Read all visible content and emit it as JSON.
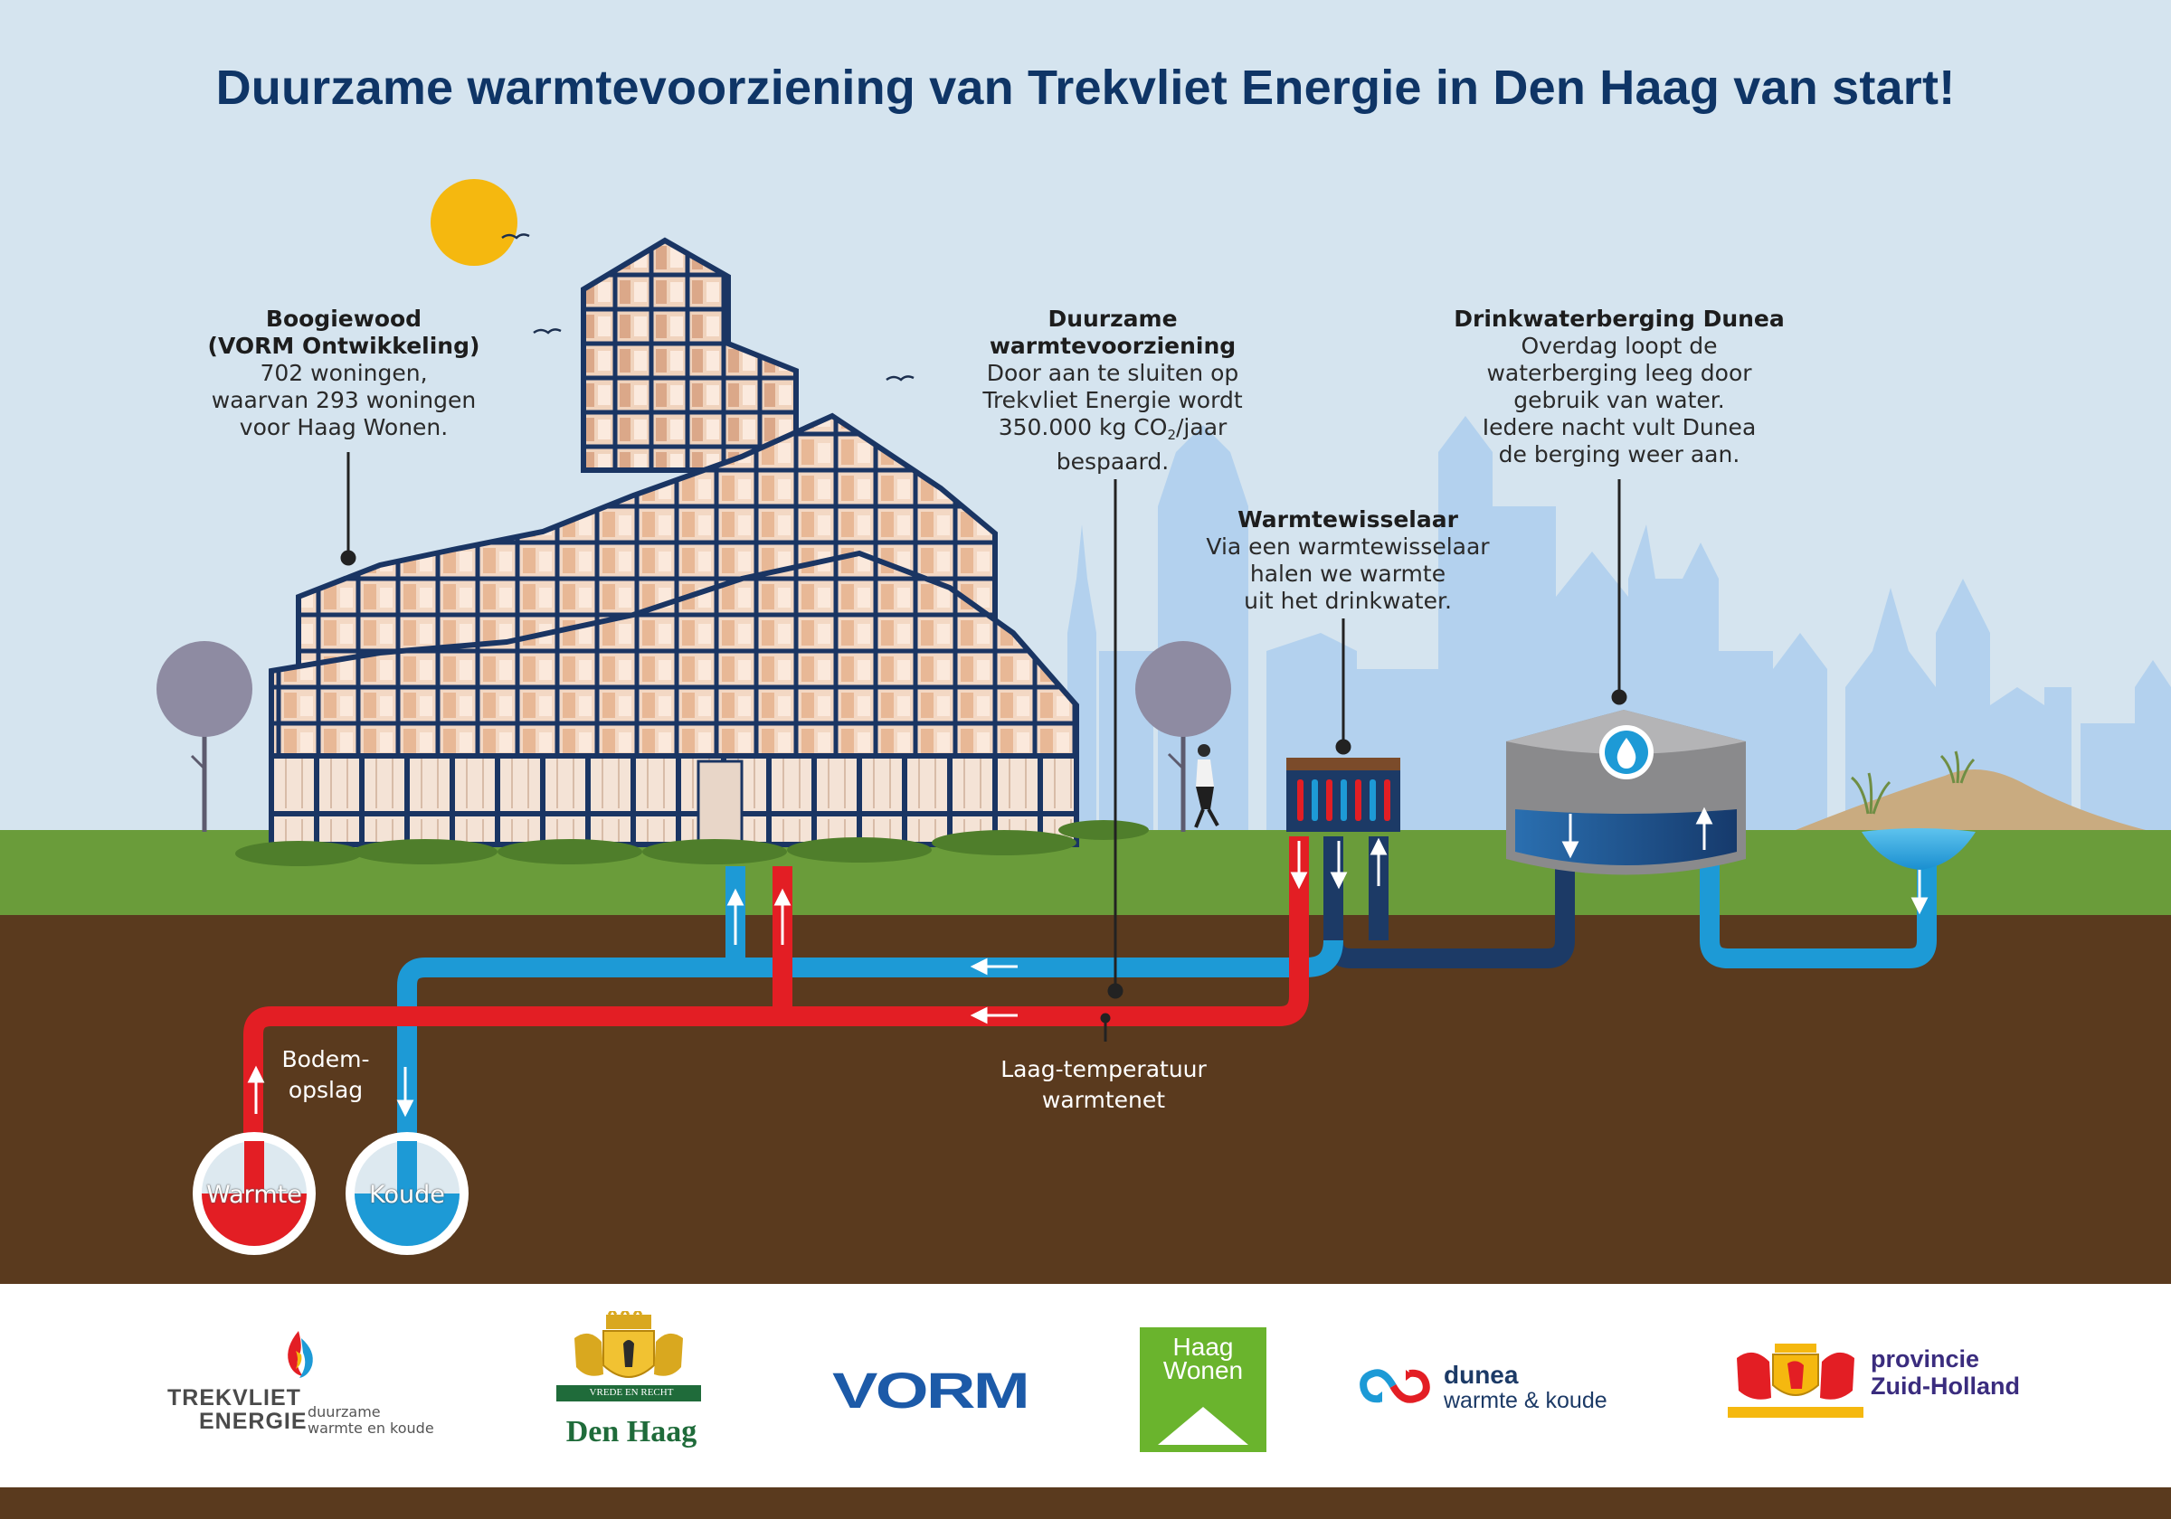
{
  "title": "Duurzame warmtevoorziening van Trekvliet Energie in Den Haag van start!",
  "callouts": {
    "boogiewood": {
      "heading1": "Boogiewood",
      "heading2": "(VORM Ontwikkeling)",
      "lines": [
        "702 woningen,",
        "waarvan 293 woningen",
        "voor Haag Wonen."
      ]
    },
    "duurzame": {
      "heading1": "Duurzame",
      "heading2": "warmtevoorziening",
      "line1": "Door aan te sluiten op",
      "line2": "Trekvliet Energie wordt",
      "line3_a": "350.000 kg CO",
      "line3_sub": "2",
      "line3_b": "/jaar",
      "line4": "bespaard."
    },
    "warmtewisselaar": {
      "heading": "Warmtewisselaar",
      "lines": [
        "Via een warmtewisselaar",
        "halen we warmte",
        "uit het drinkwater."
      ]
    },
    "dunea": {
      "heading": "Drinkwaterberging Dunea",
      "lines": [
        "Overdag loopt de",
        "waterberging leeg door",
        "gebruik van water.",
        "Iedere nacht vult Dunea",
        "de berging weer aan."
      ]
    }
  },
  "underground": {
    "bodem_line1": "Bodem-",
    "bodem_line2": "opslag",
    "warmte": "Warmte",
    "koude": "Koude",
    "net_line1": "Laag-temperatuur",
    "net_line2": "warmtenet"
  },
  "logos": {
    "trekvliet": {
      "line1": "TREKVLIET",
      "line2": "ENERGIE",
      "tag1": "duurzame",
      "tag2": "warmte en koude"
    },
    "denhaag": {
      "name": "Den Haag",
      "ribbon": "VREDE EN RECHT"
    },
    "vorm": {
      "name": "VORM"
    },
    "haagwonen": {
      "line1": "Haag",
      "line2": "Wonen"
    },
    "dunea": {
      "name": "dunea",
      "sub": "warmte & koude"
    },
    "provincie": {
      "line1": "provincie",
      "line2": "Zuid-Holland"
    }
  },
  "colors": {
    "sky": "#d5e4ef",
    "title": "#0f3566",
    "grass": "#6a9c3a",
    "soil": "#5a3a1e",
    "hot_pipe": "#e31e24",
    "cold_pipe": "#1d9ad6",
    "dark_pipe": "#1c3a66",
    "sun": "#f5b80f"
  }
}
